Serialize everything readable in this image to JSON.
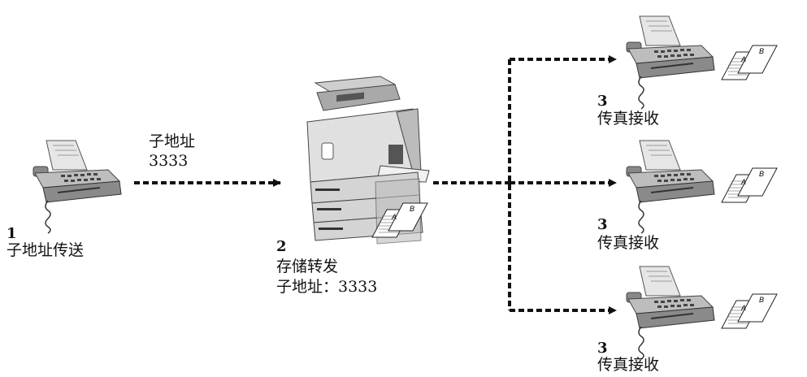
{
  "sender": {
    "step_number": "1",
    "caption": "子地址传送"
  },
  "transmission_label": {
    "line1": "子地址",
    "line2": "3333"
  },
  "relay": {
    "step_number": "2",
    "caption": "存储转发",
    "subaddress_text": "子地址：3333"
  },
  "receivers": [
    {
      "step_number": "3",
      "caption": "传真接收"
    },
    {
      "step_number": "3",
      "caption": "传真接收"
    },
    {
      "step_number": "3",
      "caption": "传真接收"
    }
  ],
  "page_a_letter": "A",
  "page_b_letter": "B",
  "colors": {
    "line": "#111111",
    "device_light": "#d8d8d8",
    "device_mid": "#a8a8a8",
    "device_dark": "#555555"
  },
  "icons": {
    "sender": "fax-machine-icon",
    "relay": "multifunction-printer-icon",
    "receiver": "fax-machine-icon",
    "output": "document-pages-icon"
  }
}
